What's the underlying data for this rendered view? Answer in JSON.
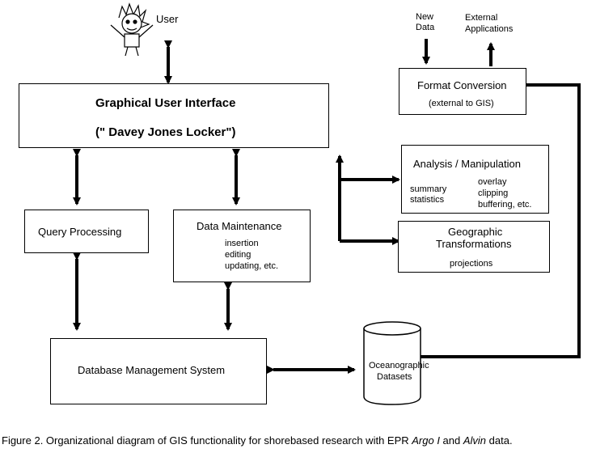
{
  "user": {
    "label": "User"
  },
  "gui": {
    "title": "Graphical User Interface",
    "subtitle": "(\" Davey Jones Locker\")"
  },
  "query_processing": {
    "label": "Query Processing"
  },
  "data_maintenance": {
    "title": "Data Maintenance",
    "items": [
      "insertion",
      "editing",
      "updating, etc."
    ]
  },
  "dbms": {
    "label": "Database Management System"
  },
  "ocean": {
    "lines": [
      "Oceanographic",
      "Datasets"
    ]
  },
  "format_conversion": {
    "title": "Format Conversion",
    "subtitle": "(external to GIS)"
  },
  "new_data": {
    "lines": [
      "New",
      "Data"
    ]
  },
  "external_apps": {
    "lines": [
      "External",
      "Applications"
    ]
  },
  "analysis": {
    "title": "Analysis  /  Manipulation",
    "left_lines": [
      "summary",
      "statistics"
    ],
    "right_lines": [
      "overlay",
      "clipping",
      "buffering, etc."
    ]
  },
  "geographic": {
    "title_lines": [
      "Geographic",
      "Transformations"
    ],
    "subtitle": "projections"
  },
  "caption": {
    "prefix": "Figure 2.  Organizational diagram of GIS functionality for shorebased research with EPR ",
    "argo": "Argo I",
    "and": " and ",
    "alvin": "Alvin",
    "suffix": " data."
  }
}
